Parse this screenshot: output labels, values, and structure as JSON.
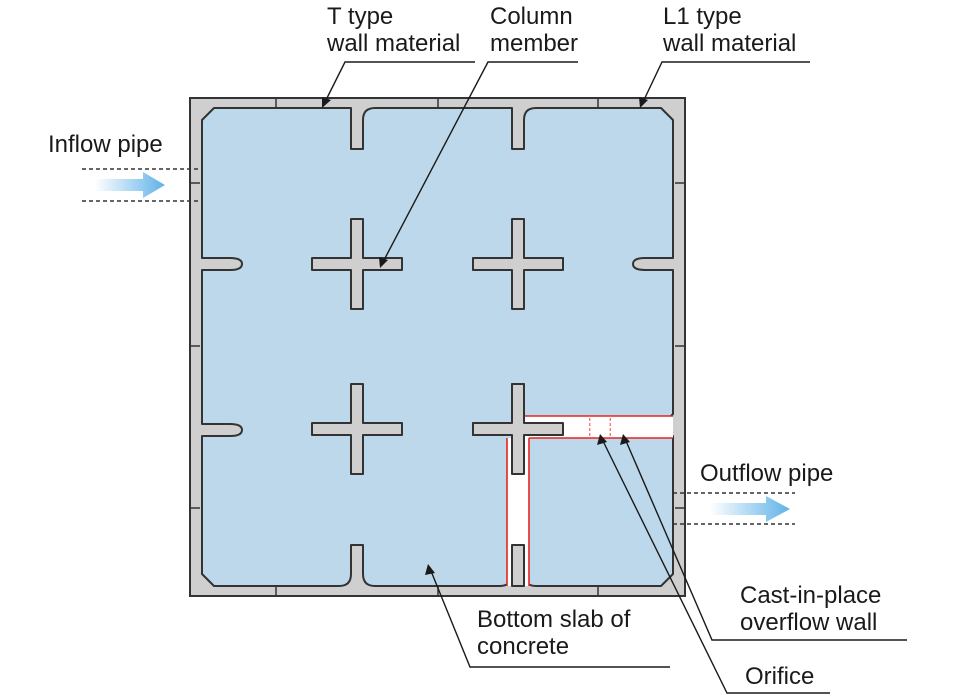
{
  "labels": {
    "t_type_line1": "T type",
    "t_type_line2": "wall material",
    "column_line1": "Column",
    "column_line2": "member",
    "l1_type_line1": "L1 type",
    "l1_type_line2": "wall material",
    "inflow": "Inflow pipe",
    "outflow": "Outflow pipe",
    "cast_line1": "Cast-in-place",
    "cast_line2": "overflow wall",
    "orifice": "Orifice",
    "slab_line1": "Bottom slab of",
    "slab_line2": "concrete"
  },
  "colors": {
    "tank_fill": "#bcd8ea",
    "wall_fill": "#cfcfcf",
    "outline": "#333333",
    "overflow_wall": "#e8231f",
    "arrow": "#5fb2e8",
    "text": "#1a1a1a"
  }
}
